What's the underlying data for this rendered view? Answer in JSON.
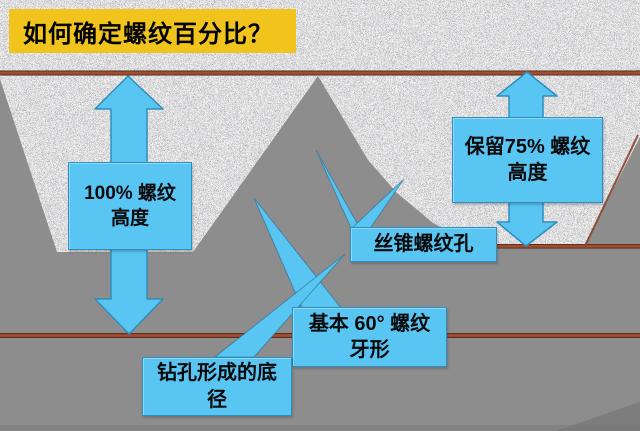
{
  "slide": {
    "title": "如何确定螺纹百分比？"
  },
  "labels": {
    "full_thread": {
      "line1": "100% 螺纹",
      "line2": "高度"
    },
    "retained_thread": {
      "line1": "保留75% 螺纹",
      "line2": "高度"
    },
    "tap_hole": {
      "text": "丝锥螺纹孔"
    },
    "thread_form": {
      "line1": "基本 60° 螺纹",
      "line2": "牙形"
    },
    "drill_root": {
      "line1": "钻孔形成的底",
      "line2": "径"
    }
  },
  "icons": {
    "left_measure": "double-headed-vertical-arrow",
    "right_measure": "double-headed-vertical-arrow",
    "leader_pointers": "thin-triangle-callout-tails"
  },
  "colors": {
    "accent_blue": "#58c5f3",
    "title_yellow": "#f0c41c",
    "diameter_line_red": "#a14e30",
    "background_gray": "#8d8d8d",
    "material_granite": "#c9c9c9",
    "text_black": "#0a0a0a"
  }
}
